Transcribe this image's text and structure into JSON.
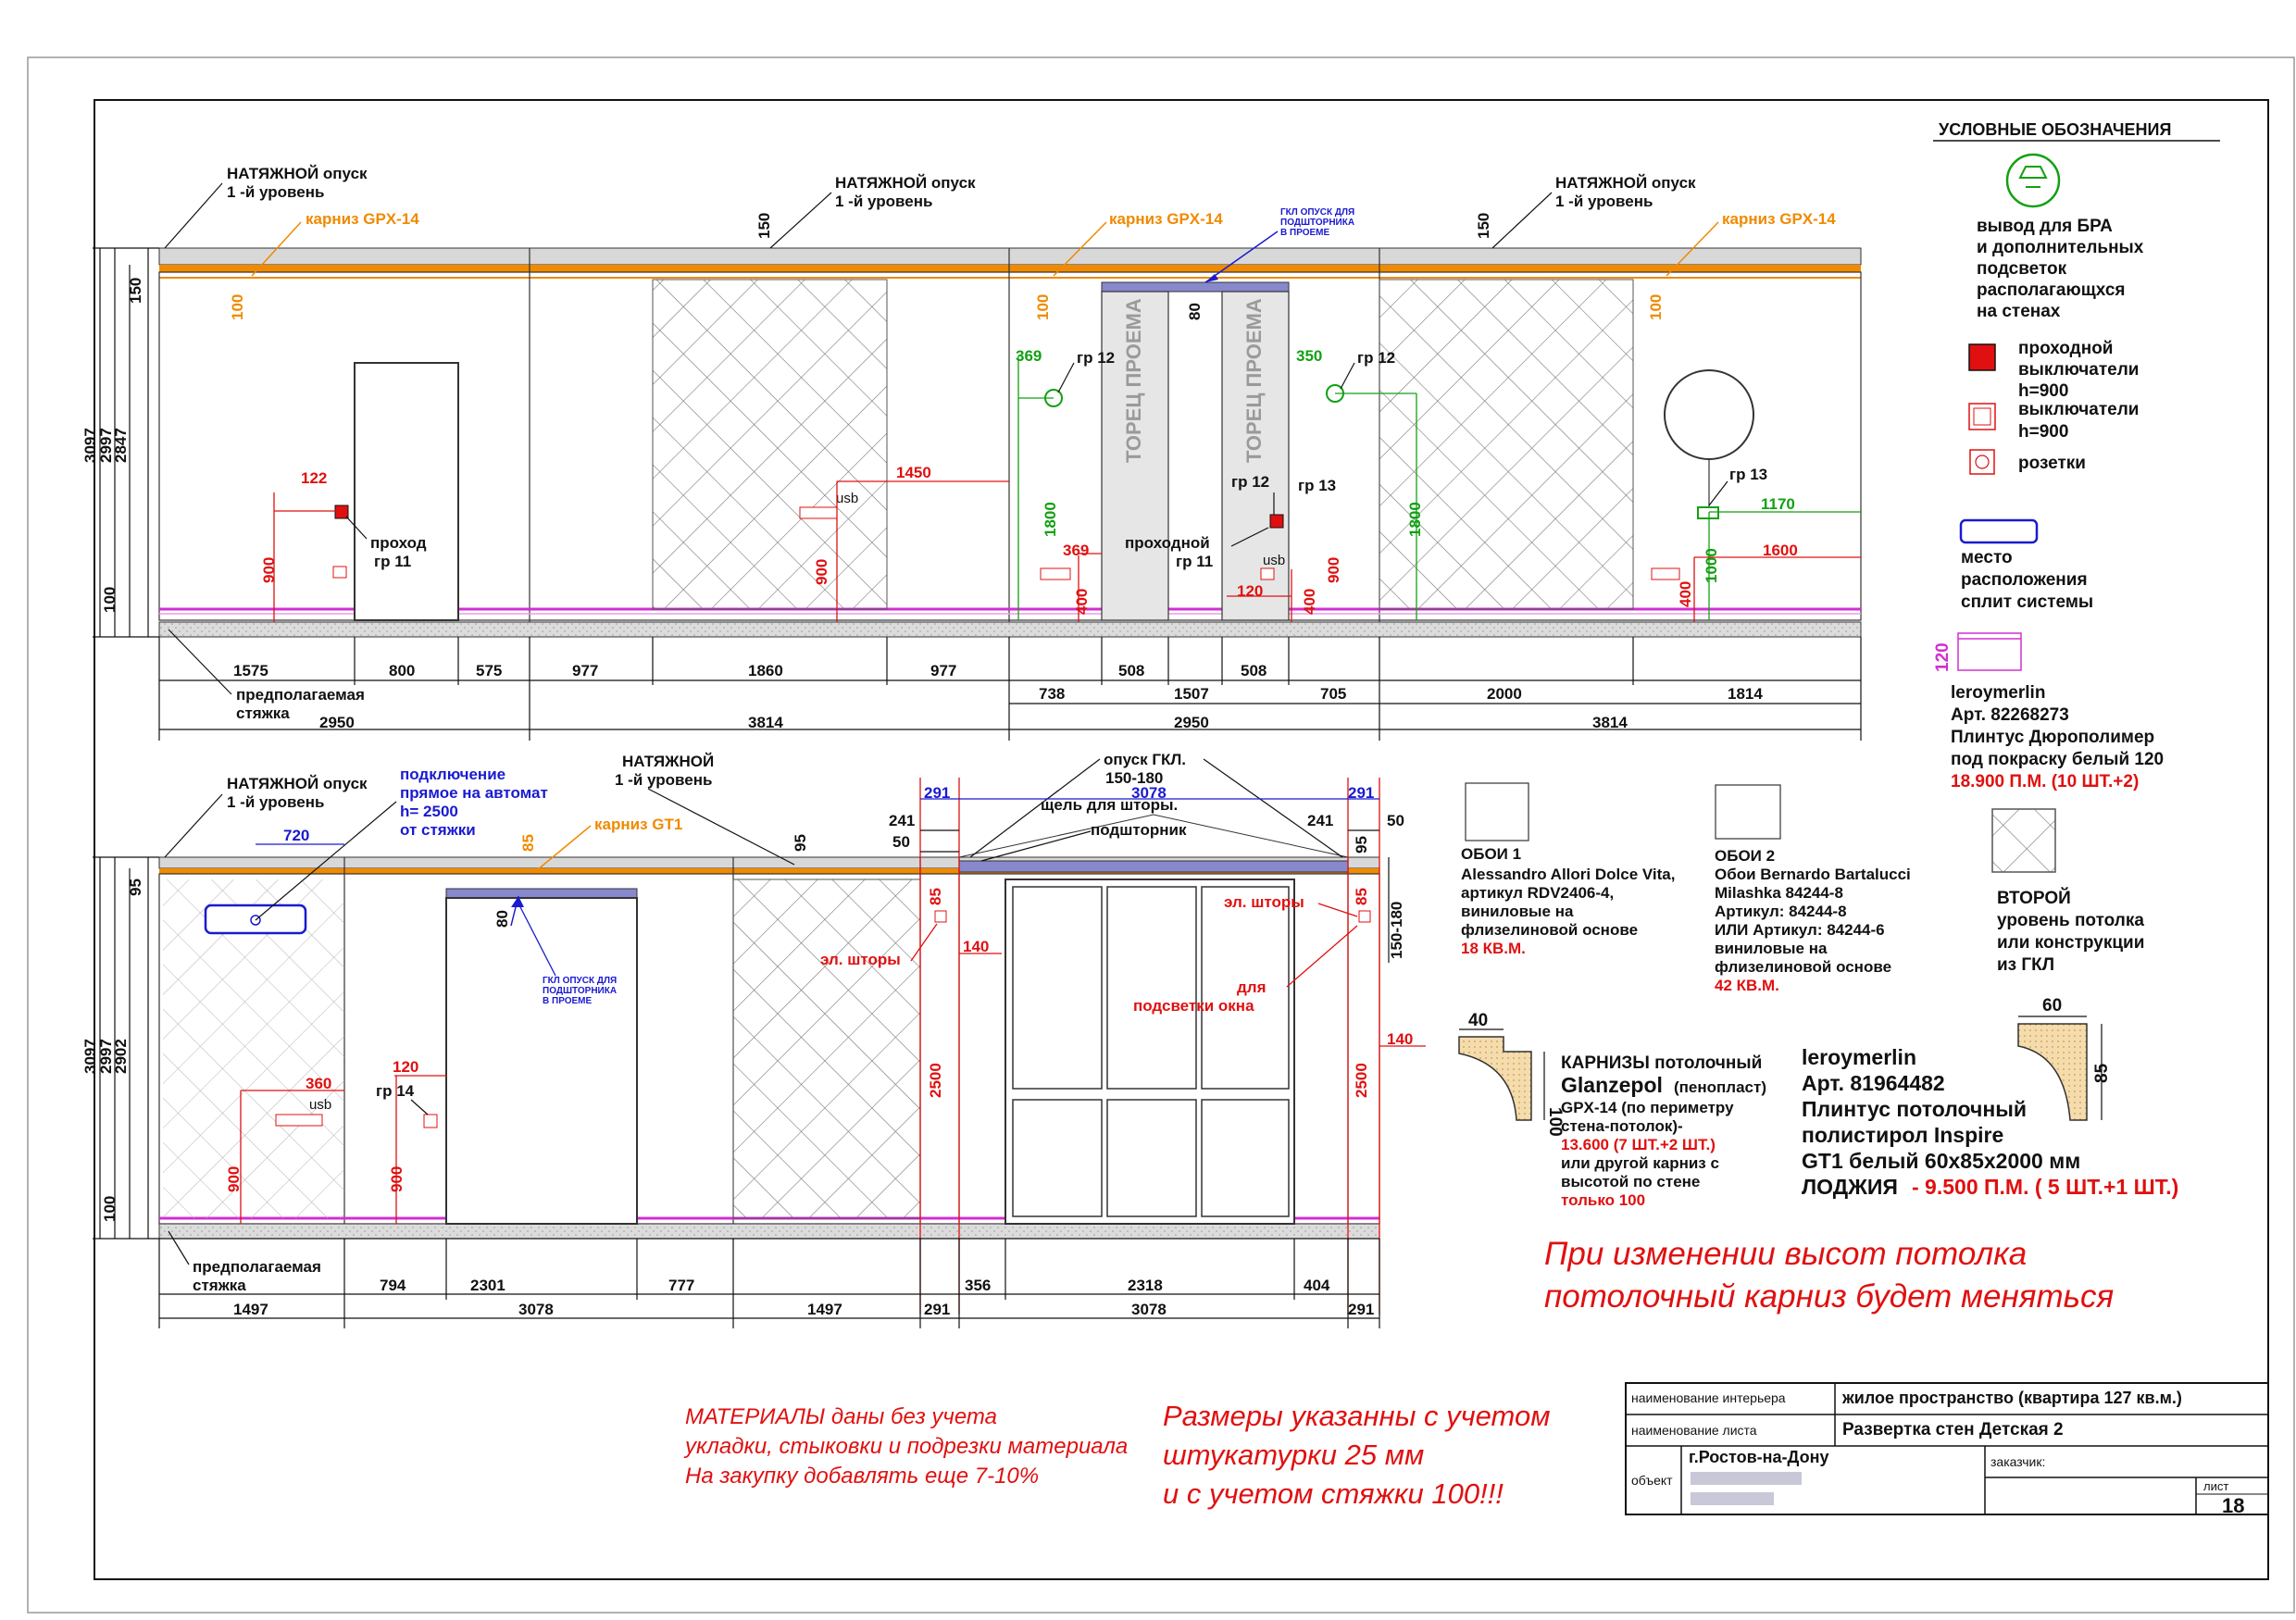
{
  "legend": {
    "title": "УСЛОВНЫЕ ОБОЗНАЧЕНИЯ",
    "bra": [
      "вывод для БРА",
      "и дополнительных",
      "подсветок",
      "располагающхся",
      "на стенах"
    ],
    "switch_pass": [
      "проходной",
      "выключатели",
      "h=900"
    ],
    "switch": [
      "выключатели",
      "h=900"
    ],
    "socket": "розетки",
    "split": [
      "место",
      "расположения",
      "сплит системы"
    ],
    "plinth_h": "120",
    "plinth": [
      "leroymerlin",
      "Арт. 82268273",
      "Плинтус  Дюрополимер",
      "под покраску белый 120"
    ],
    "plinth_qty": "18.900 П.М. (10 ШТ.+2)",
    "second_level": [
      "ВТОРОЙ",
      "уровень потолка",
      "или конструкции",
      "из ГКЛ"
    ]
  },
  "wallpaper1": {
    "lines": [
      "ОБОИ 1",
      "Alessandro Allori Dolce Vita,",
      "артикул RDV2406-4,",
      "виниловые на",
      "флизелиновой основе"
    ],
    "qty": "18 КВ.М."
  },
  "wallpaper2": {
    "lines": [
      "ОБОИ 2",
      "Обои Bernardo Bartalucci",
      "Milashka 84244-8",
      "Артикул: 84244-8",
      "ИЛИ Артикул: 84244-6",
      "виниловые на",
      "флизелиновой основе"
    ],
    "qty": "42 КВ.М."
  },
  "cornice1": {
    "w": "40",
    "h": "100",
    "title": "КАРНИЗЫ потолочный",
    "brand": "Glanzepol",
    "material": "(пенопласт)",
    "lines": [
      "GPX-14  (по периметру",
      "стена-потолок)-"
    ],
    "qty": [
      "13.600 (7 ШТ.+2 ШТ.)"
    ],
    "note": [
      "или другой карниз с",
      "высотой по стене"
    ],
    "note_red": "только 100"
  },
  "cornice2": {
    "w": "60",
    "h": "85",
    "lines": [
      "leroymerlin",
      "Арт. 81964482",
      "Плинтус потолочный",
      "полистирол Inspire",
      "GT1 белый 60х85х2000 мм"
    ],
    "loggia": "ЛОДЖИЯ",
    "loggia_qty": "- 9.500 П.М. ( 5 ШТ.+1 ШТ.)"
  },
  "note_ceiling": [
    "При изменении высот потолка",
    "потолочный карниз будет меняться"
  ],
  "note_materials": [
    "МАТЕРИАЛЫ  даны без учета",
    "укладки, стыковки и подрезки материала",
    "На закупку добавлять еще 7-10%"
  ],
  "note_sizes": [
    "Размеры указанны  с учетом",
    "штукатурки 25 мм",
    "и с учетом стяжки 100!!!"
  ],
  "stamp": {
    "interior_label": "наименование интерьера",
    "interior": "жилое пространство (квартира 127 кв.м.)",
    "sheet_label": "наименование листа",
    "sheet": "Развертка стен Детская 2",
    "object_label": "объект",
    "city": "г.Ростов-на-Дону",
    "customer_label": "заказчик:",
    "list_label": "лист",
    "list": "18"
  },
  "top": {
    "ceil1": [
      "НАТЯЖНОЙ опуск",
      "1 -й уровень"
    ],
    "ceil2": [
      "НАТЯЖНОЙ опуск",
      "1 -й уровень"
    ],
    "ceil3": [
      "НАТЯЖНОЙ опуск",
      "1 -й уровень"
    ],
    "cornice": "карниз GPX-14",
    "gkl_note": [
      "ГКЛ ОПУСК ДЛЯ",
      "ПОДШТОРНИКА",
      "В ПРОЕМЕ"
    ],
    "reveal": "ТОРЕЦ ПРОЕМА",
    "pass1": [
      "проход",
      "гр 11"
    ],
    "pass2": [
      "проходной",
      "гр 11"
    ],
    "gr12": "гр 12",
    "gr13": "гр 13",
    "usb": "usb",
    "screed": [
      "предполагаемая",
      "стяжка"
    ],
    "heights": [
      "3097",
      "2997",
      "2847"
    ],
    "dims_row1": [
      "1575",
      "800",
      "575",
      "977",
      "1860",
      "977",
      "738",
      "508",
      "1507",
      "508",
      "705",
      "2000",
      "1814"
    ],
    "dims_row2": [
      "2950",
      "3814",
      "2950",
      "3814"
    ],
    "marks": {
      "d150a": "150",
      "d150b": "150",
      "d150c": "150",
      "d100": "100",
      "c100": "100",
      "d80": "80",
      "g369": "369",
      "g350": "350",
      "g1800": "1800",
      "g1170": "1170",
      "g1000": "1000",
      "r122": "122",
      "r900": "900",
      "r1450": "1450",
      "r369": "369",
      "r400": "400",
      "r120": "120",
      "r1600": "1600",
      "gr12b": "гр 12"
    }
  },
  "bottom": {
    "ceil1": [
      "НАТЯЖНОЙ опуск",
      "1 -й уровень"
    ],
    "ceil2": [
      "НАТЯЖНОЙ",
      "1 -й уровень"
    ],
    "connect": [
      "подключение",
      "прямое на автомат",
      "h= 2500",
      "от стяжки"
    ],
    "cornice": "карниз GT1",
    "gkl_top": [
      "опуск ГКЛ.",
      "150-180"
    ],
    "slot": "щель для шторы.",
    "podshtornik": "подшторник",
    "curtain": "эл. шторы",
    "backlight": [
      "для",
      "подсветки окна"
    ],
    "gkl_note": [
      "ГКЛ ОПУСК ДЛЯ",
      "ПОДШТОРНИКА",
      "В ПРОЕМЕ"
    ],
    "gr14": "гр 14",
    "usb": "usb",
    "screed": [
      "предполагаемая",
      "стяжка"
    ],
    "heights": [
      "3097",
      "2997",
      "2902"
    ],
    "dims_row1": [
      "794",
      "2301",
      "777",
      "356",
      "2318",
      "404"
    ],
    "dims_row2": [
      "1497",
      "3078",
      "1497",
      "291",
      "3078",
      "291"
    ],
    "marks": {
      "b720": "720",
      "o85": "85",
      "k95": "95",
      "k95b": "95",
      "k100": "100",
      "k80": "80",
      "k241a": "241",
      "k241b": "241",
      "k50a": "50",
      "k50b": "50",
      "b291a": "291",
      "b3078": "3078",
      "b291b": "291",
      "r85a": "85",
      "r85b": "85",
      "r140a": "140",
      "r140b": "140",
      "r2500a": "2500",
      "r2500b": "2500",
      "r360": "360",
      "r120": "120",
      "r900a": "900",
      "r900b": "900",
      "k150180": "150-180"
    }
  },
  "colors": {
    "red": "#e01010",
    "orange": "#f08a00",
    "green": "#12a012",
    "blue": "#1a1ad0",
    "magenta": "#d030d0",
    "screed": "#d8d8d8",
    "hatch": "#8a8a8a",
    "cornice_fill": "#f3d9a8"
  }
}
